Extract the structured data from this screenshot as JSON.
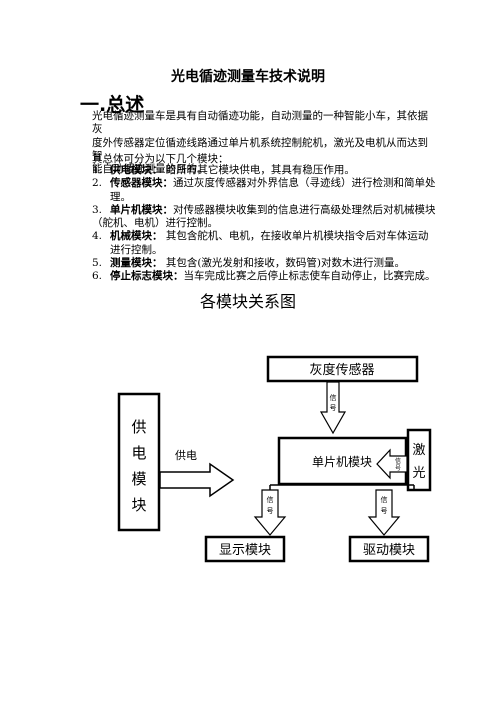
{
  "title": "光电循迹测量车技术说明",
  "section_heading": "一.总述",
  "intro_lines": [
    "光电循迹测量车是具有自动循迹功能，自动测量的一种智能小车，其依据灰",
    "度外传感器定位循迹线路通过单片机系统控制舵机，激光及电机从而达到智",
    "能自动循迹测量的目的。"
  ],
  "modules_lead": "其总体可分为以下几个模块：",
  "modules": [
    {
      "num": "1.",
      "name": "供电模块：",
      "desc_lines": [
        "     给所有其它模块供电，其具有稳压作用。"
      ]
    },
    {
      "num": "2.",
      "name": "传感器模块：",
      "desc_lines": [
        "通过灰度传感器对外界信息（寻迹线）进行检测和简单处",
        "理。"
      ]
    },
    {
      "num": "3.",
      "name": "单片机模块：",
      "desc_lines": [
        "对传感器模块收集到的信息进行高级处理然后对机械模块",
        "（舵机、电机）进行控制。"
      ]
    },
    {
      "num": "4.",
      "name": "机械模块：",
      "desc_lines": [
        "     其包含舵机、电机，在接收单片机模块指令后对车体运动",
        "进行控制。"
      ]
    },
    {
      "num": "5.",
      "name": "测量模块：",
      "desc_lines": [
        "       其包含(激光发射和接收，数码管)对数木进行测量。"
      ]
    },
    {
      "num": "6.",
      "name": "停止标志模块：",
      "desc_lines": [
        "当车完成比赛之后停止标志使车自动停止，比赛完成。"
      ]
    }
  ],
  "diagram": {
    "title": "各模块关系图",
    "power_chars": [
      "供",
      "电",
      "模",
      "块"
    ],
    "power_arrow_label": "供电",
    "sensor": "灰度传感器",
    "mcu": "单片机模块",
    "laser_chars": [
      "激",
      "光"
    ],
    "display": "显示模块",
    "drive": "驱动模块",
    "signal_chars": [
      "信",
      "号"
    ]
  }
}
